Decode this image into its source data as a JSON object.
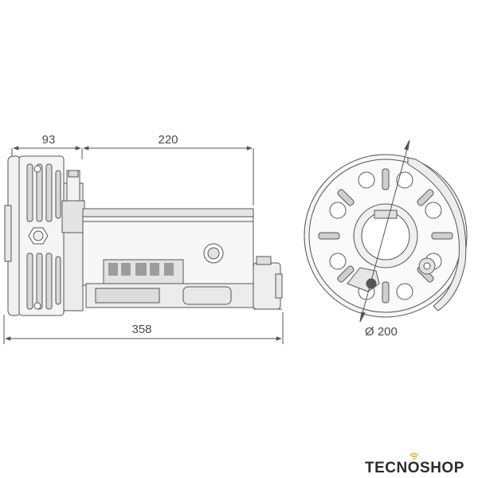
{
  "dimensions": {
    "width_left": "93",
    "width_body": "220",
    "total_length": "358",
    "diameter": "Ø 200"
  },
  "brand": {
    "part1": "TECN",
    "o": "O",
    "part2": "SHOP",
    "accent_color": "#e8b020",
    "text_color": "#2b2b2b"
  },
  "colors": {
    "line": "#555555",
    "fill_light": "#f2f2f2",
    "fill_mid": "#d6d6d6",
    "fill_dark": "#9a9a9a"
  }
}
